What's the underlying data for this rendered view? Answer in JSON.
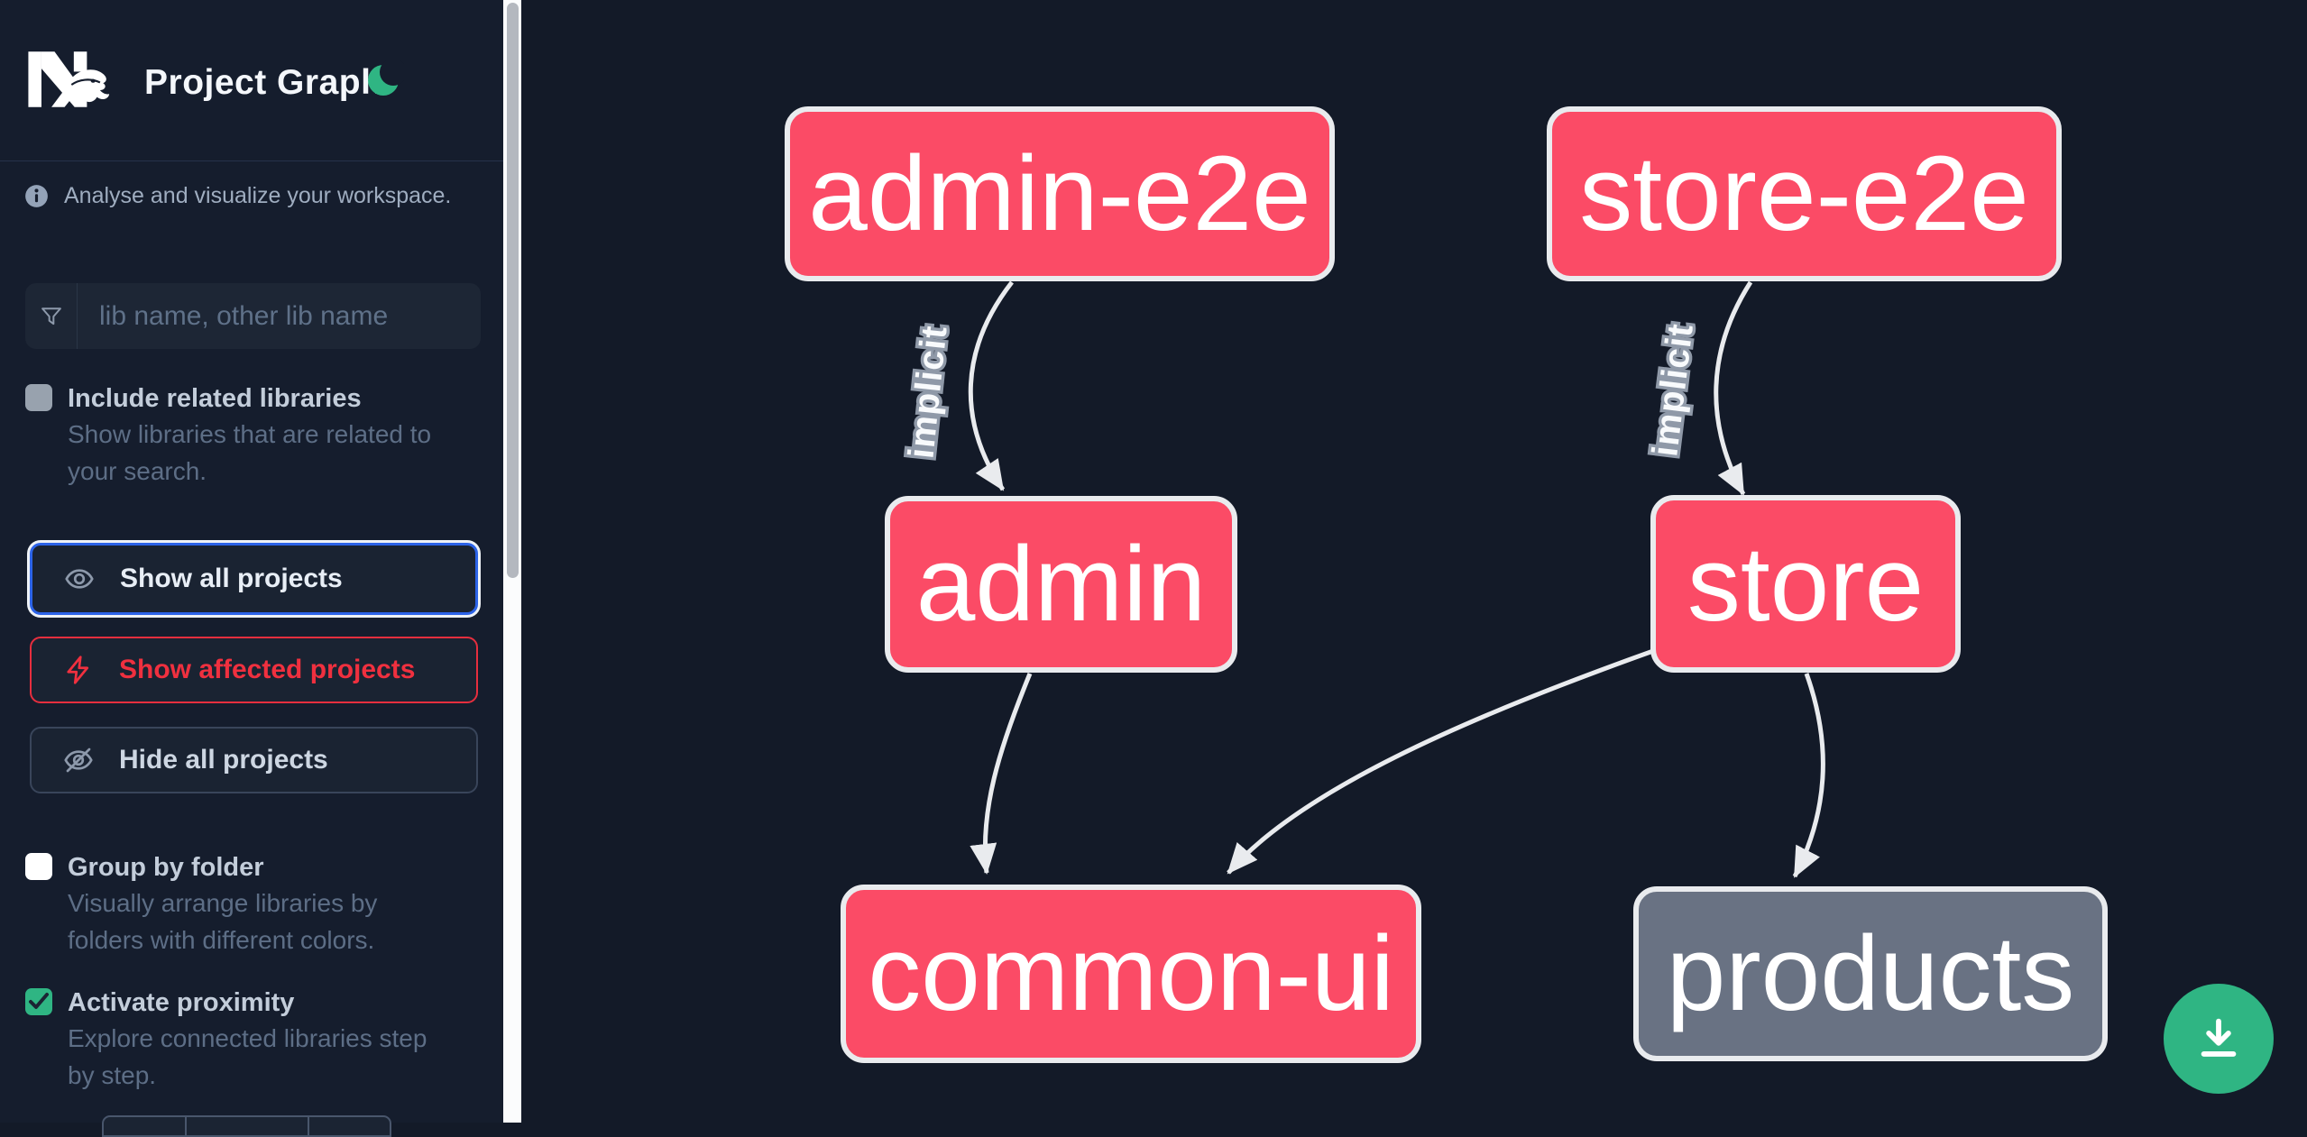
{
  "app": {
    "title": "Project Graph"
  },
  "sidebar": {
    "tagline": "Analyse and visualize your workspace.",
    "search": {
      "placeholder": "lib name, other lib name",
      "icon": "funnel-icon"
    },
    "options": [
      {
        "label": "Include related libraries",
        "checked": false,
        "description_lines": [
          "Show libraries that are related to",
          "your search."
        ]
      },
      {
        "label": "Group by folder",
        "checked": false,
        "description_lines": [
          "Visually arrange libraries by",
          "folders with different colors."
        ]
      },
      {
        "label": "Activate proximity",
        "checked": true,
        "description_lines": [
          "Explore connected libraries step",
          "by step."
        ]
      }
    ],
    "actions": [
      {
        "label": "Show all projects",
        "icon": "eye-icon",
        "state": "focused"
      },
      {
        "label": "Show affected projects",
        "icon": "bolt-icon",
        "state": "affected"
      },
      {
        "label": "Hide all projects",
        "icon": "eye-off-icon",
        "state": "default"
      }
    ]
  },
  "graph": {
    "nodes": [
      {
        "id": "admin-e2e",
        "label": "admin-e2e",
        "color": "pink"
      },
      {
        "id": "store-e2e",
        "label": "store-e2e",
        "color": "pink"
      },
      {
        "id": "admin",
        "label": "admin",
        "color": "pink"
      },
      {
        "id": "store",
        "label": "store",
        "color": "pink"
      },
      {
        "id": "common-ui",
        "label": "common-ui",
        "color": "pink"
      },
      {
        "id": "products",
        "label": "products",
        "color": "gray"
      }
    ],
    "edges": [
      {
        "from": "admin-e2e",
        "to": "admin",
        "label": "implicit"
      },
      {
        "from": "store-e2e",
        "to": "store",
        "label": "implicit"
      },
      {
        "from": "admin",
        "to": "common-ui",
        "label": ""
      },
      {
        "from": "store",
        "to": "common-ui",
        "label": ""
      },
      {
        "from": "store",
        "to": "products",
        "label": ""
      }
    ]
  },
  "fab": {
    "icon": "download-icon"
  },
  "colors": {
    "node_pink": "#fb4b66",
    "node_gray": "#697283",
    "accent_green": "#2fb583",
    "accent_blue": "#2c63e8",
    "accent_red": "#ea2e3f",
    "edge_gray": "#e9ebee",
    "background": "#131a28"
  }
}
